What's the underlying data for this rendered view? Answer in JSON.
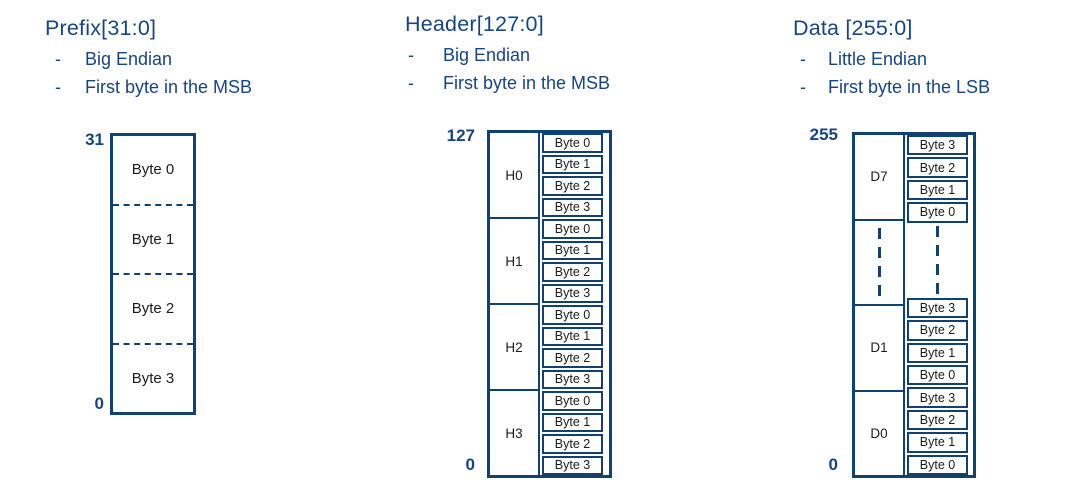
{
  "colors": {
    "heading": "#17457E",
    "border": "#12406F",
    "cell_text": "#1C1C1C"
  },
  "bullet_marker": "-",
  "prefix": {
    "title": "Prefix[31:0]",
    "bullets": [
      "Big Endian",
      "First byte in the MSB"
    ],
    "top_bit": "31",
    "bottom_bit": "0",
    "cells": [
      "Byte 0",
      "Byte 1",
      "Byte 2",
      "Byte 3"
    ]
  },
  "header": {
    "title": "Header[127:0]",
    "bullets": [
      "Big Endian",
      "First byte in the MSB"
    ],
    "top_bit": "127",
    "bottom_bit": "0",
    "groups": [
      {
        "label": "H0",
        "bytes": [
          "Byte 0",
          "Byte 1",
          "Byte 2",
          "Byte 3"
        ]
      },
      {
        "label": "H1",
        "bytes": [
          "Byte 0",
          "Byte 1",
          "Byte 2",
          "Byte 3"
        ]
      },
      {
        "label": "H2",
        "bytes": [
          "Byte 0",
          "Byte 1",
          "Byte 2",
          "Byte 3"
        ]
      },
      {
        "label": "H3",
        "bytes": [
          "Byte 0",
          "Byte 1",
          "Byte 2",
          "Byte 3"
        ]
      }
    ]
  },
  "data_block": {
    "title": "Data [255:0]",
    "bullets": [
      "Little Endian",
      "First byte in the LSB"
    ],
    "top_bit": "255",
    "bottom_bit": "0",
    "groups": [
      {
        "label": "D7",
        "bytes": [
          "Byte 3",
          "Byte 2",
          "Byte 1",
          "Byte 0"
        ]
      },
      {
        "ellipsis": true
      },
      {
        "label": "D1",
        "bytes": [
          "Byte 3",
          "Byte 2",
          "Byte 1",
          "Byte 0"
        ]
      },
      {
        "label": "D0",
        "bytes": [
          "Byte 3",
          "Byte 2",
          "Byte 1",
          "Byte 0"
        ]
      }
    ]
  }
}
